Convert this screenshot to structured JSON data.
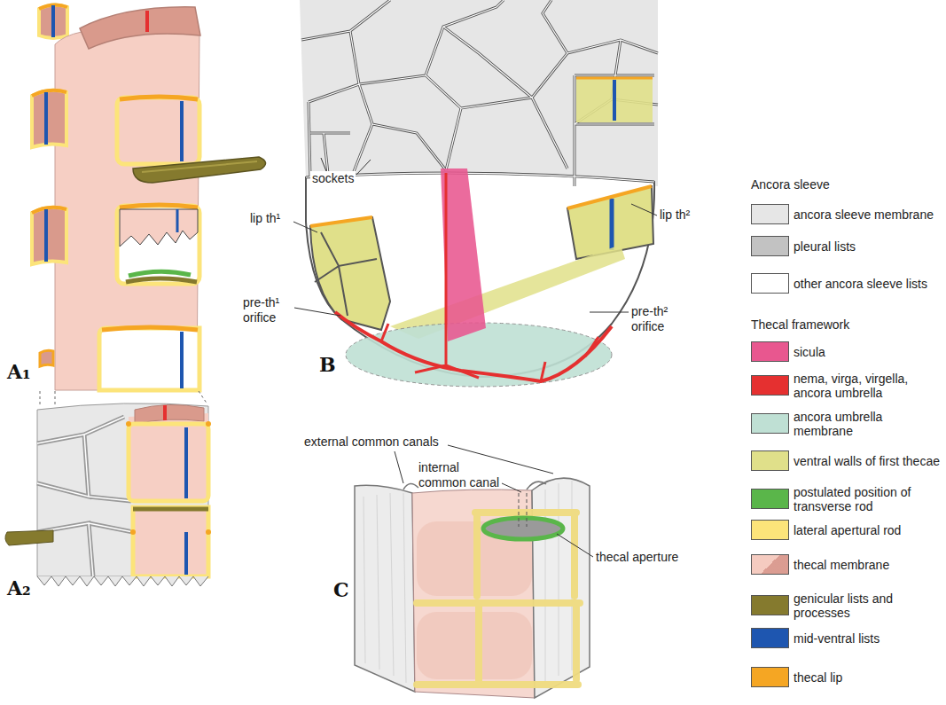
{
  "diagram": {
    "labels": [
      "A₁",
      "A₂",
      "B",
      "C",
      "sockets",
      "lip th¹",
      "lip th²",
      "pre-th¹ orifice",
      "pre-th² orifice",
      "external common canals",
      "internal common canal",
      "thecal aperture",
      "Ancora sleeve",
      "Thecal framework"
    ],
    "legend": [
      {
        "text": "ancora sleeve membrane",
        "color": "#e6e6e6"
      },
      {
        "text": "pleural lists",
        "color": "#c2c2c2"
      },
      {
        "text": "other ancora sleeve lists",
        "color": "#ffffff"
      },
      {
        "text": "sicula",
        "color": "#e8578f"
      },
      {
        "text": "nema, virga, virgella, ancora umbrella",
        "color": "#e53030"
      },
      {
        "text": "ancora umbrella membrane",
        "color": "#bfe0d4"
      },
      {
        "text": "ventral walls of first thecae",
        "color": "#e0e08a"
      },
      {
        "text": "postulated position of transverse rod",
        "color": "#5ab64a"
      },
      {
        "text": "lateral apertural rod",
        "color": "#fce47a"
      },
      {
        "text": "thecal membrane",
        "color": "#f5cbc0"
      },
      {
        "text": "genicular lists and processes",
        "color": "#857a2e"
      },
      {
        "text": "mid-ventral lists",
        "color": "#1e56b0"
      },
      {
        "text": "thecal lip",
        "color": "#f5a623"
      }
    ]
  }
}
